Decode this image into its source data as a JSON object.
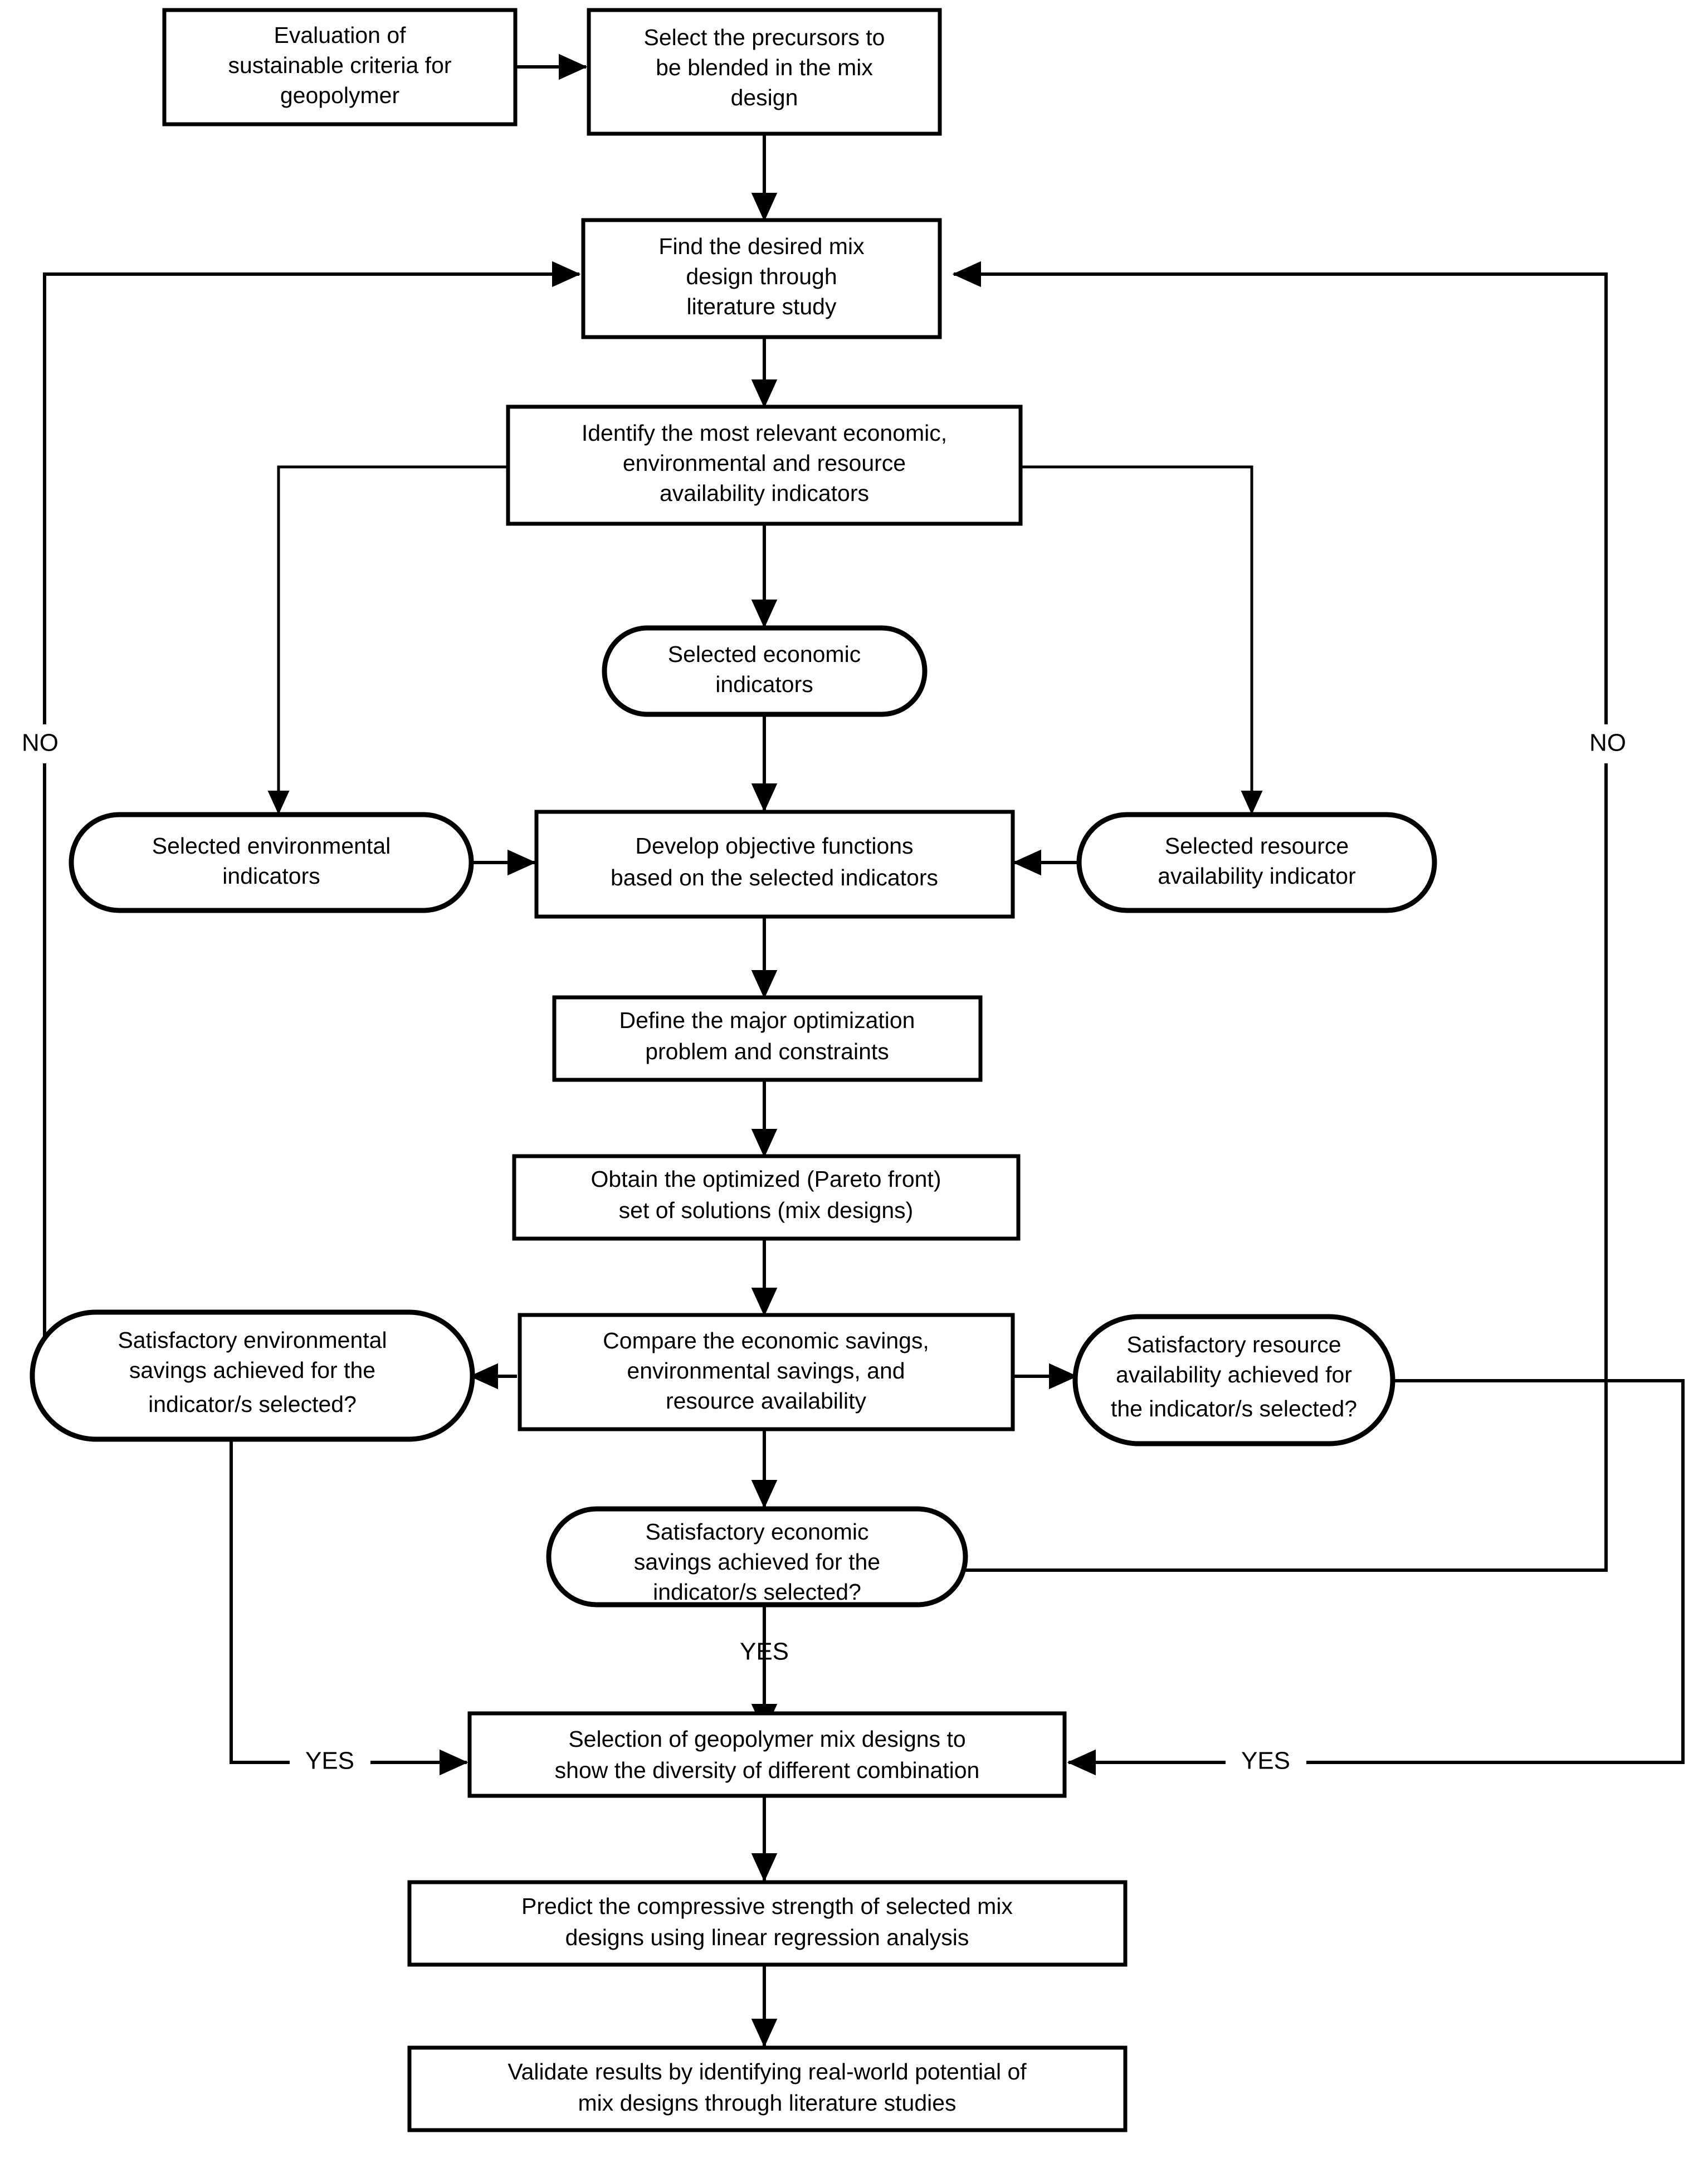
{
  "diagram": {
    "title": "Geopolymer sustainable mix design optimization flowchart",
    "nodes": [
      {
        "id": "eval_criteria",
        "shape": "rect",
        "lines": [
          "Evaluation of",
          "sustainable criteria for",
          "geopolymer"
        ]
      },
      {
        "id": "select_precursors",
        "shape": "rect",
        "lines": [
          "Select the precursors to",
          "be blended in the mix",
          "design"
        ]
      },
      {
        "id": "find_mix",
        "shape": "rect",
        "lines": [
          "Find the desired mix",
          "design through",
          "literature study"
        ]
      },
      {
        "id": "identify_ind",
        "shape": "rect",
        "lines": [
          "Identify the most relevant economic,",
          "environmental and resource",
          "availability indicators"
        ]
      },
      {
        "id": "sel_economic",
        "shape": "round",
        "lines": [
          "Selected economic",
          "indicators"
        ]
      },
      {
        "id": "sel_environmental",
        "shape": "round",
        "lines": [
          "Selected environmental",
          "indicators"
        ]
      },
      {
        "id": "sel_resource",
        "shape": "round",
        "lines": [
          "Selected resource",
          "availability indicator"
        ]
      },
      {
        "id": "develop_obj",
        "shape": "rect",
        "lines": [
          "Develop objective functions",
          "based on the selected indicators"
        ]
      },
      {
        "id": "define_problem",
        "shape": "rect",
        "lines": [
          "Define the major optimization",
          "problem and constraints"
        ]
      },
      {
        "id": "obtain_pareto",
        "shape": "rect",
        "lines": [
          "Obtain the optimized (Pareto front)",
          "set of solutions (mix designs)"
        ]
      },
      {
        "id": "compare",
        "shape": "rect",
        "lines": [
          "Compare the economic savings,",
          "environmental savings, and",
          "resource availability"
        ]
      },
      {
        "id": "dec_env",
        "shape": "round",
        "lines": [
          "Satisfactory environmental",
          "savings achieved for the",
          "indicator/s selected?"
        ]
      },
      {
        "id": "dec_res",
        "shape": "round",
        "lines": [
          "Satisfactory resource",
          "availability achieved for",
          "the indicator/s selected?"
        ]
      },
      {
        "id": "dec_eco",
        "shape": "round",
        "lines": [
          "Satisfactory economic",
          "savings achieved for the",
          "indicator/s selected?"
        ]
      },
      {
        "id": "selection",
        "shape": "rect",
        "lines": [
          "Selection of geopolymer mix designs to",
          "show the diversity of different combination"
        ]
      },
      {
        "id": "predict",
        "shape": "rect",
        "lines": [
          "Predict the compressive strength of selected mix",
          "designs using linear regression analysis"
        ]
      },
      {
        "id": "validate",
        "shape": "rect",
        "lines": [
          "Validate results by identifying real-world potential of",
          "mix designs through literature studies"
        ]
      }
    ],
    "edge_labels": {
      "no_left": "NO",
      "no_right": "NO",
      "yes_center": "YES",
      "yes_left": "YES",
      "yes_right": "YES"
    },
    "colors": {
      "stroke": "#000000",
      "fill": "#ffffff",
      "text": "#000000"
    }
  }
}
